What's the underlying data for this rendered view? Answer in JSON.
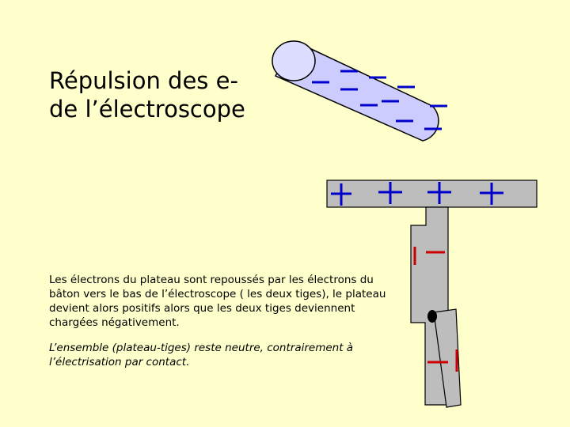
{
  "title": {
    "line1": "Répulsion des e-",
    "line2": "de l’électroscope"
  },
  "paragraphs": {
    "p1": "Les électrons du plateau sont repoussés par les électrons du bâton vers le bas de l’électroscope ( les deux tiges), le plateau devient alors positifs alors que les deux tiges deviennent chargées négativement.",
    "p2": "L’ensemble (plateau-tiges) reste neutre, contrairement à l’électrisation par contact."
  },
  "colors": {
    "background": "#FFFFCC",
    "rod": "#CCCCFF",
    "electroscope": "#BDBDBD",
    "positive": "#0000CC",
    "negative": "#CC0000",
    "rod_charge": "#0000CC"
  }
}
